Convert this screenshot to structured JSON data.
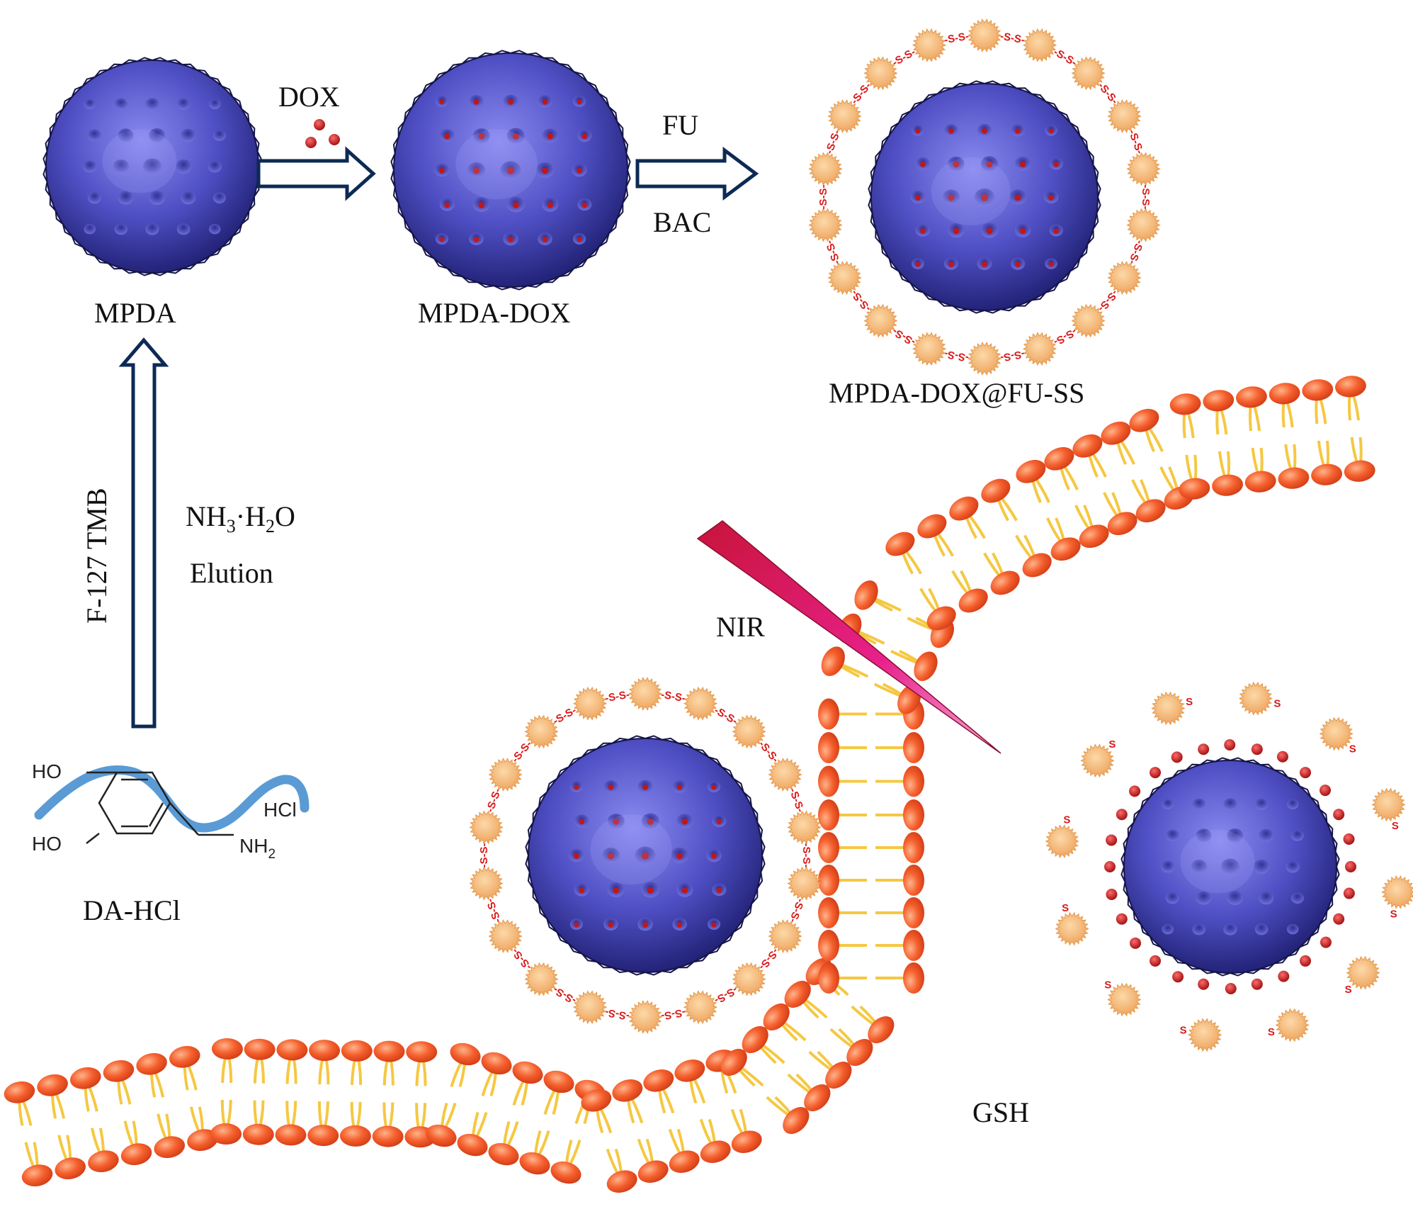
{
  "labels": {
    "dox": "DOX",
    "fu": "FU",
    "bac": "BAC",
    "mpda": "MPDA",
    "mpda_dox": "MPDA-DOX",
    "mpda_dox_fuss": "MPDA-DOX@FU-SS",
    "f127_tmb": "F-127  TMB",
    "nh3_h2o_pre": "NH",
    "nh3_sub": "3",
    "nh3_mid": "·H",
    "h2o_sub": "2",
    "h2o_post": "O",
    "elution": "Elution",
    "nir": "NIR",
    "gsh": "GSH",
    "da_hcl": "DA-HCl"
  },
  "molecule": {
    "ho_top": "HO",
    "ho_bottom": "HO",
    "hcl": "HCl",
    "nh2_pre": "NH",
    "nh2_sub": "2"
  },
  "disulfide_label": "-S-S-",
  "thiol_label": "S",
  "colors": {
    "sphere_main": "#5a5ad0",
    "sphere_dark": "#1e1e70",
    "dox": "#c01818",
    "arrow": "#0d2a55",
    "lipid_head": "#f0582a",
    "lipid_tail": "#f5c842",
    "peg_bead": "#f2b06a",
    "ss_text": "#d81818",
    "nir_beam": "#d0185a",
    "molecule_ribbon": "#5a9bd5"
  }
}
